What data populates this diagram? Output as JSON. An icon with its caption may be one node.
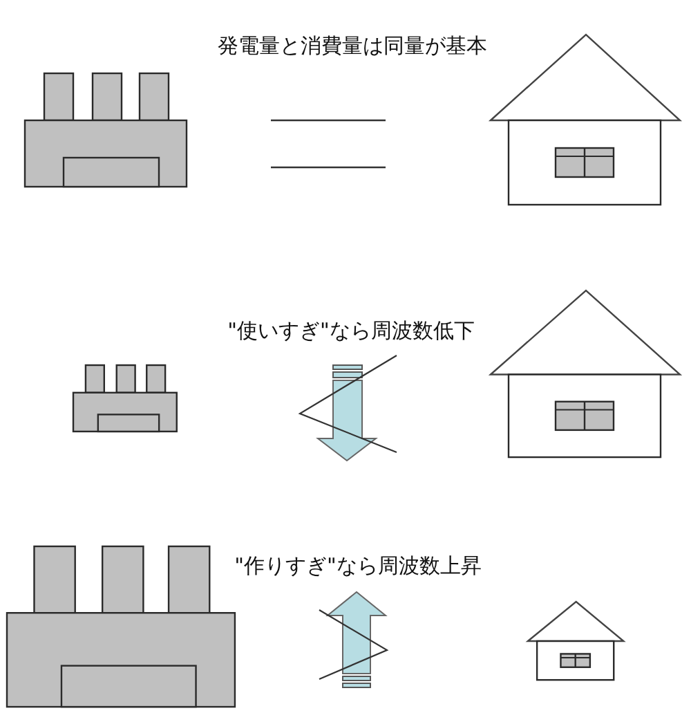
{
  "diagram": {
    "labels": [
      "発電量と消費量は同量が基本",
      "\"使いすぎ\"なら周波数低下",
      "\"作りすぎ\"なら周波数上昇"
    ]
  }
}
